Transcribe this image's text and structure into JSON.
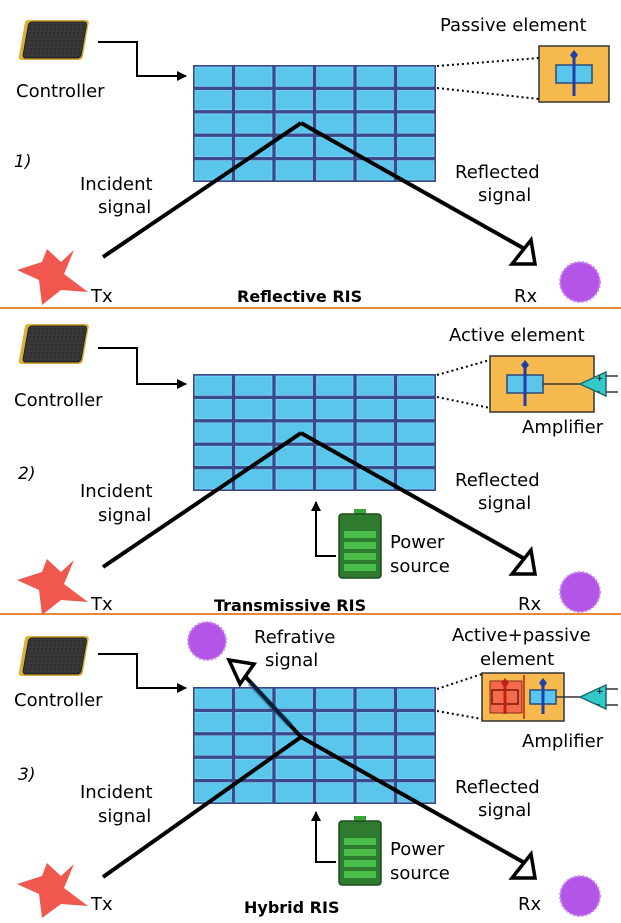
{
  "colors": {
    "panel_bg": "#ffffff",
    "divider": "#e8893a",
    "grid_cell": "#5bc6ec",
    "grid_border": "#3a4a8a",
    "signal": "#000000",
    "tx_star": "#f0574f",
    "rx_dot": "#b455e8",
    "element_box": "#f6b94e",
    "amplifier": "#35c8c8",
    "battery": "#3aa63a"
  },
  "panels": [
    {
      "number": "1)",
      "title": "Reflective RIS",
      "controller": "Controller",
      "element_label": "Passive element",
      "incident": [
        "Incident",
        "signal"
      ],
      "reflected": [
        "Reflected",
        "signal"
      ],
      "tx": "Tx",
      "rx": "Rx"
    },
    {
      "number": "2)",
      "title": "Transmissive RIS",
      "controller": "Controller",
      "element_label": "Active element",
      "amplifier": "Amplifier",
      "incident": [
        "Incident",
        "signal"
      ],
      "reflected": [
        "Reflected",
        "signal"
      ],
      "power": [
        "Power",
        "source"
      ],
      "tx": "Tx",
      "rx": "Rx"
    },
    {
      "number": "3)",
      "title": "Hybrid RIS",
      "controller": "Controller",
      "element_label": [
        "Active+passive",
        "element"
      ],
      "amplifier": "Amplifier",
      "refractive": [
        "Refrative",
        "signal"
      ],
      "incident": [
        "Incident",
        "signal"
      ],
      "reflected": [
        "Reflected",
        "signal"
      ],
      "power": [
        "Power",
        "source"
      ],
      "tx": "Tx",
      "rx": "Rx"
    }
  ]
}
